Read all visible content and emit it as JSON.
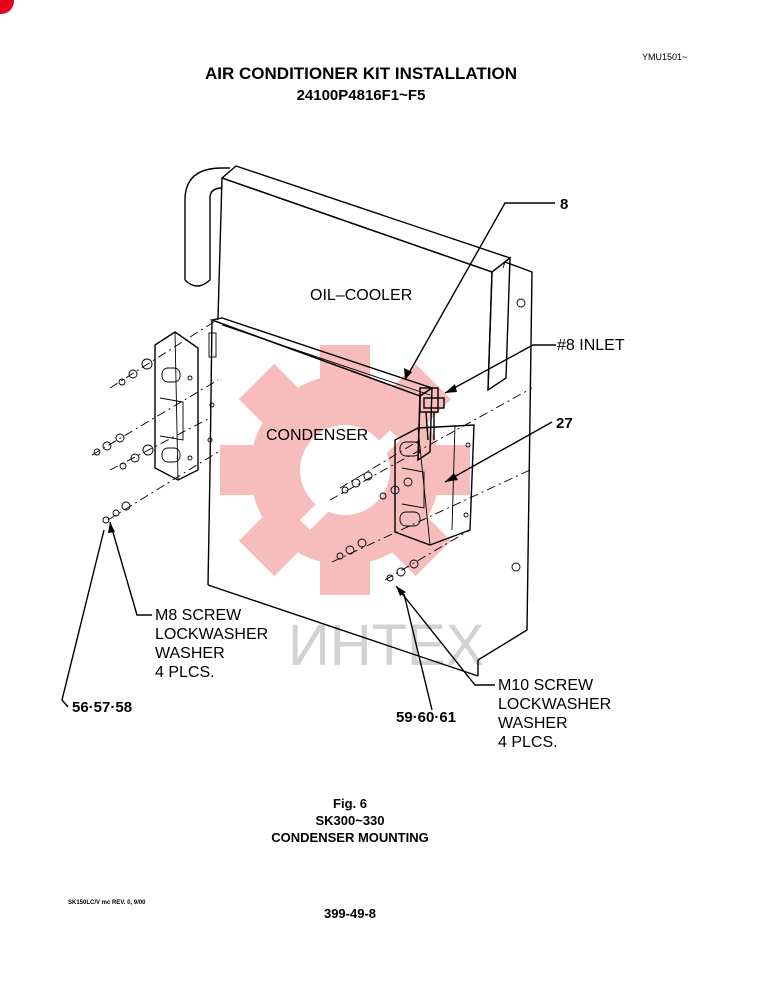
{
  "header": {
    "doc_code": "YMU1501~",
    "title": "AIR CONDITIONER KIT INSTALLATION",
    "subtitle": "24100P4816F1~F5"
  },
  "diagram": {
    "component_labels": {
      "oil_cooler": "OIL–COOLER",
      "condenser": "CONDENSER"
    },
    "callouts": {
      "item_8": "8",
      "inlet": "#8 INLET",
      "item_27": "27",
      "m8_lines": [
        "M8 SCREW",
        "LOCKWASHER",
        "WASHER",
        "4 PLCS."
      ],
      "m8_parts": "56·57·58",
      "m10_lines": [
        "M10 SCREW",
        "LOCKWASHER",
        "WASHER",
        "4 PLCS."
      ],
      "m10_parts": "59·60·61"
    },
    "watermark": "ИНТЕХ"
  },
  "caption": {
    "fig": "Fig. 6",
    "model": "SK300~330",
    "name": "CONDENSER MOUNTING"
  },
  "footer": {
    "left_code": "SK150LC/V mc REV. 0, 9/00",
    "page": "399-49-8"
  },
  "colors": {
    "watermark_red": "#f5a7a7",
    "watermark_gray": "#d2d2d2",
    "corner_mark": "#e3001b"
  }
}
